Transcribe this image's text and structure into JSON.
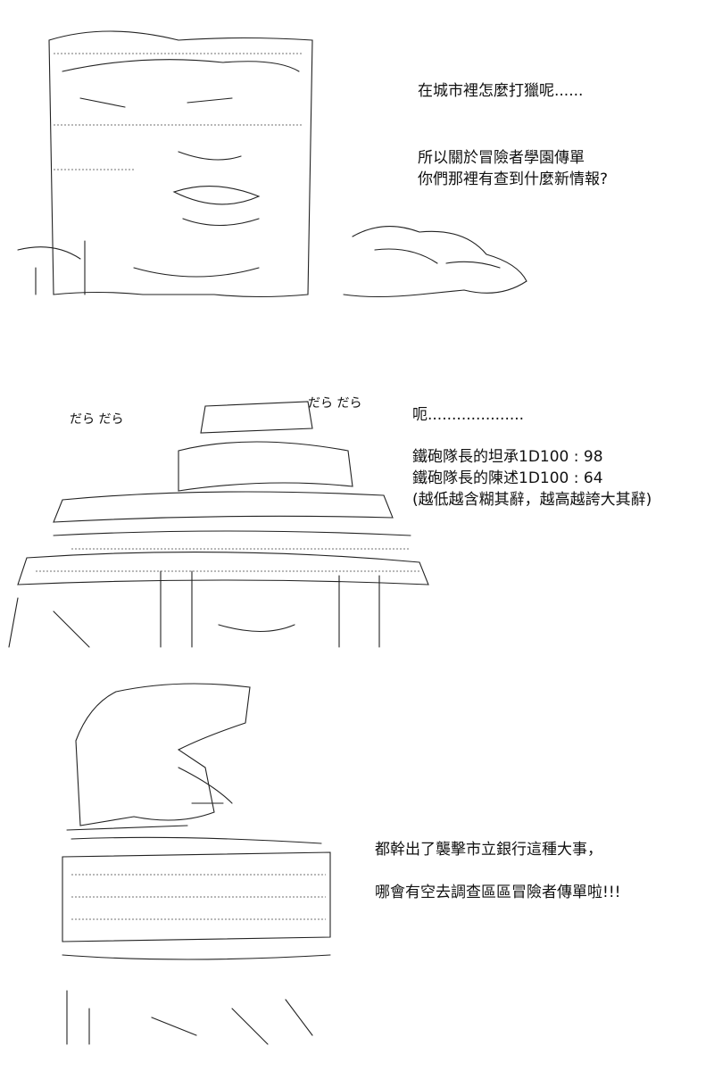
{
  "panel1": {
    "lines": [
      "在城市裡怎麼打獵呢......",
      "所以關於冒險者學園傳單",
      "你們那裡有查到什麼新情報?"
    ]
  },
  "panel2": {
    "sfx_left": "だら だら",
    "sfx_right": "だら だら",
    "lines": [
      "呃....................",
      "鐵砲隊長的坦承1D100 : 98",
      "鐵砲隊長的陳述1D100 : 64",
      "(越低越含糊其辭，越高越誇大其辭)"
    ]
  },
  "panel3": {
    "lines": [
      "都幹出了襲擊市立銀行這種大事，",
      "哪會有空去調查區區冒險者傳單啦!!!"
    ]
  }
}
